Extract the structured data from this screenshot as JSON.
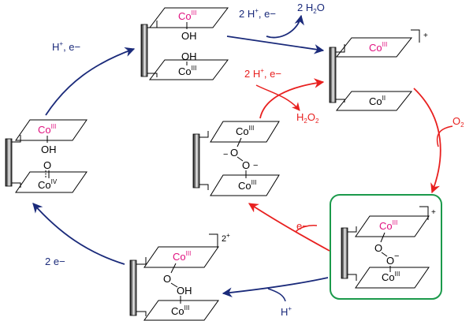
{
  "colors": {
    "blue": "#1a2a7a",
    "red": "#e8201f",
    "pink": "#e0117f",
    "green_box": "#1b9a4b",
    "black": "#000000"
  },
  "species": {
    "top": {
      "upper_metal": "Co",
      "upper_ox": "III",
      "lower_metal": "Co",
      "lower_ox": "III",
      "ligand_upper": "OH",
      "ligand_lower": "OH"
    },
    "top_right": {
      "charge": "+",
      "upper_metal": "Co",
      "upper_ox": "III",
      "lower_metal": "Co",
      "lower_ox": "II"
    },
    "left": {
      "upper_metal": "Co",
      "upper_ox": "III",
      "ligand": "OH",
      "oxo": "O",
      "lower_metal": "Co",
      "lower_ox": "IV"
    },
    "center": {
      "upper_metal": "Co",
      "upper_ox": "III",
      "lower_metal": "Co",
      "lower_ox": "III",
      "o1": "O",
      "o2": "O",
      "charge1": "−",
      "charge2": "−"
    },
    "bottom_right": {
      "charge": "+",
      "upper_metal": "Co",
      "upper_ox": "III",
      "lower_metal": "Co",
      "lower_ox": "III",
      "o1": "O",
      "o2": "O",
      "o_charge": "−"
    },
    "bottom_center": {
      "charge_num": "2",
      "charge_sign": "+",
      "upper_metal": "Co",
      "upper_ox": "III",
      "lower_metal": "Co",
      "lower_ox": "III",
      "o1": "O",
      "o2": "OH"
    }
  },
  "labels": {
    "top_left_H": "H",
    "top_left_plus": "+",
    "top_left_rest": ", e−",
    "top_2H": "2 H",
    "top_2H_plus": "+",
    "top_2H_rest": ", e−",
    "top_h2o_pre": "2 H",
    "top_h2o_sub": "2",
    "top_h2o_post": "O",
    "red_2H": "2 H",
    "red_2H_plus": "+",
    "red_2H_rest": ", e−",
    "red_h2o2_pre": "H",
    "red_h2o2_sub1": "2",
    "red_h2o2_mid": "O",
    "red_h2o2_sub2": "2",
    "o2_pre": "O",
    "o2_sub": "2",
    "e_minus_red": "e−",
    "two_e": "2 e−",
    "h_plus_pre": "H",
    "h_plus_sup": "+"
  }
}
